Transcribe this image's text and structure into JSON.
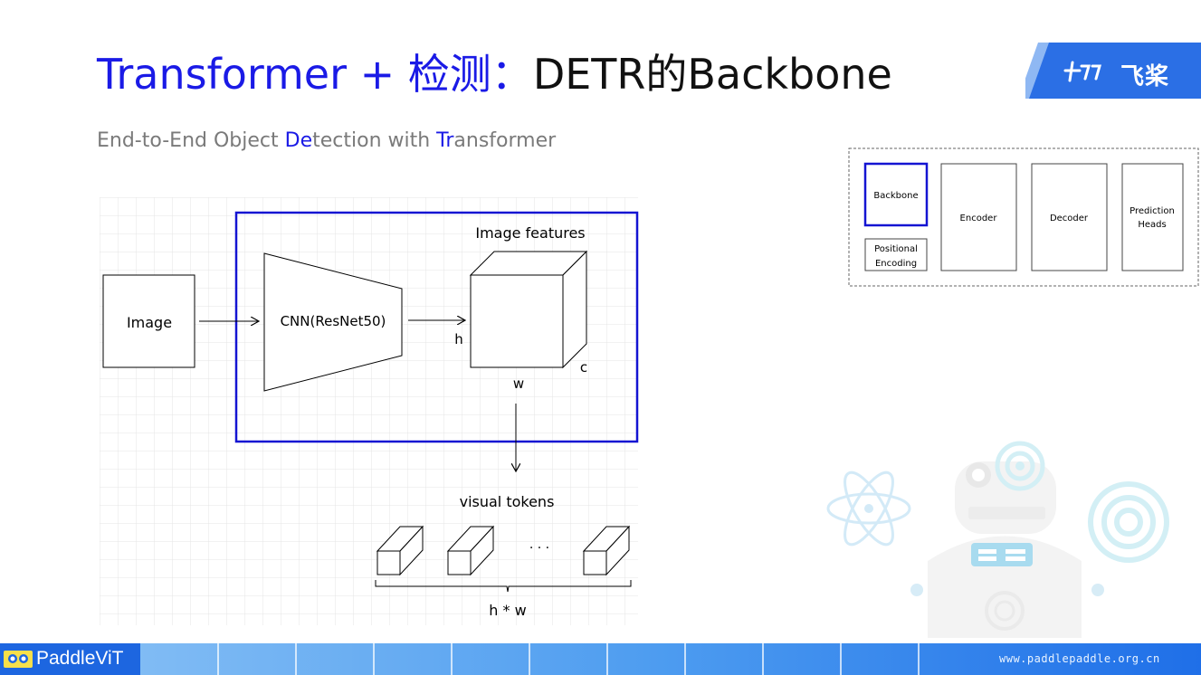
{
  "header": {
    "title_prefix": "Transformer + 检测：",
    "title_suffix": "DETR的Backbone",
    "subtitle_parts": [
      "End-to-End Object ",
      "De",
      "tection with ",
      "Tr",
      "ansformer"
    ],
    "logo_text": "飞桨"
  },
  "diagram": {
    "input_label": "Image",
    "cnn_label": "CNN(ResNet50)",
    "features_label": "Image features",
    "dim_h": "h",
    "dim_w": "w",
    "dim_c": "c",
    "tokens_label": "visual tokens",
    "ellipsis": "· · ·",
    "tokens_count": "h * w"
  },
  "overview": {
    "backbone": "Backbone",
    "positional_line1": "Positional",
    "positional_line2": "Encoding",
    "encoder": "Encoder",
    "decoder": "Decoder",
    "prediction_line1": "Prediction",
    "prediction_line2": "Heads"
  },
  "footer": {
    "brand": "PaddleViT",
    "url": "www.paddlepaddle.org.cn"
  },
  "colors": {
    "accent": "#1a1ae6",
    "highlight_box": "#1414d2",
    "footer_blue": "#1d66e0"
  }
}
